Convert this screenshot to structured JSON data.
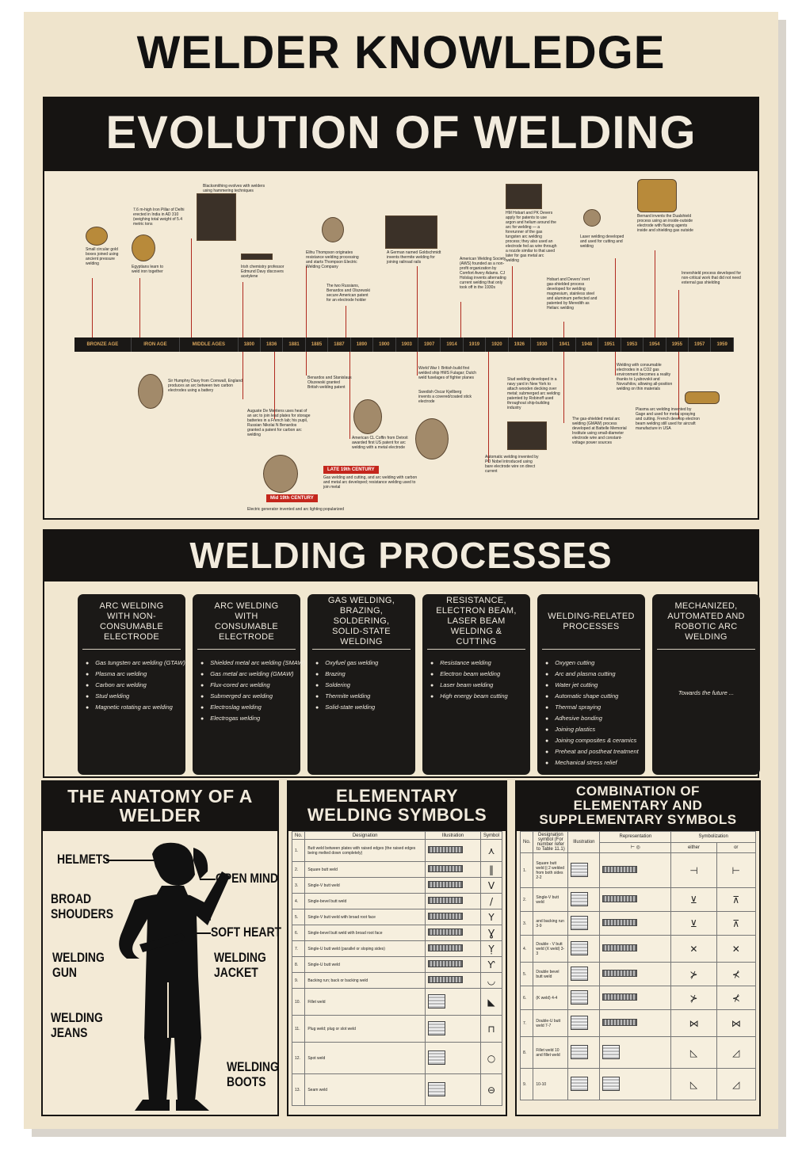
{
  "title": "WELDER KNOWLEDGE",
  "evolution": {
    "heading": "EVOLUTION OF WELDING",
    "eras": [
      "BRONZE AGE",
      "IRON AGE",
      "MIDDLE AGES"
    ],
    "years": [
      "1800",
      "1836",
      "1881",
      "1885",
      "1887",
      "1890",
      "1900",
      "1903",
      "1907",
      "1914",
      "1919",
      "1920",
      "1926",
      "1930",
      "1941",
      "1948",
      "1951",
      "1953",
      "1954",
      "1955",
      "1957",
      "1959"
    ],
    "notes_top": [
      "Small circular gold boxes joined using ancient pressure welding",
      "Egyptians learn to weld iron together",
      "7.6 m-high Iron Pillar of Delhi erected in India in AD 310 (weighing total weight of 5.4 metric tons",
      "Blacksmithing evolves with welders using hammering techniques",
      "Irish chemistry professor Edmund Davy discovers acetylene",
      "Elihu Thompson originates resistance welding processing and starts Thompson Electric Welding Company",
      "The two Russians, Benardos and Olszewski secure American patent for an electrode holder",
      "A German named Goldschmidt invents thermite welding for joining railroad rails",
      "American Welding Society (AWS) founded as a non-profit organization by Comfort Avery Adams. CJ Holslag invents alternating current welding that only took off in the 1930s",
      "HM Hobart and PK Devers apply for patents to use argon and helium around the arc for welding — a forerunner of the gas tungsten arc welding process; they also used an electrode fed as wire through a nozzle similar to that used later for gas metal arc welding",
      "Hobart and Devers' inert gas-shielded process developed for welding magnesium, stainless steel and aluminum perfected and patented by Meredith as Heliarc welding",
      "Laser welding developed and used for cutting and welding",
      "Bernard invents the Dualshield process using an inside-outside electrode with fluxing agents inside and shielding gas outside",
      "Innershield process developed for non-critical work that did not need external gas shielding"
    ],
    "notes_bottom": [
      "Sir Humphry Davy from Cornwall, England produces an arc between two carbon electrodes using a battery",
      "Auguste De Meritens uses heat of an arc to join lead plates for storage batteries in a French lab; his pupil, Russian Nikolai N Benardos granted a patent for carbon arc welding",
      "Benardos and Stanislaus Olszewski granted British welding patent",
      "American CL Coffin from Detroit awarded first US patent for arc welding with a metal electrode",
      "Gas welding and cutting, and arc welding with carbon and metal arc developed; resistance welding used to join metal",
      "World War I: British build first welded ship HMS Fulagar; Dutch weld fuselages of fighter planes",
      "Swedish Oscar Kjellberg invents a covered/coated stick electrode",
      "Automatic welding invented by PO Nobel introduced using bare electrode wire on direct current",
      "Stud welding developed in a navy yard in New York to attach wooden decking over metal; submerged arc welding patented by Robinoff used throughout ship-building industry",
      "The gas-shielded metal arc welding (GMAW) process developed at Battelle Memorial Institute using small-diameter electrode wire and constant-voltage power sources",
      "Welding with consumable electrodes in a CO2 gas environment becomes a reality thanks to Lyubovskii and Novozhilov, allowing all-position welding on thin materials",
      "Plasma arc welding invented by Gage and used for metal spraying and cutting. French develop electron beam welding still used for aircraft manufacture in USA",
      "Electric generator invented and arc lighting popularized"
    ],
    "tags": [
      "Mid 19th CENTURY",
      "LATE 19th CENTURY"
    ]
  },
  "processes": {
    "heading": "WELDING PROCESSES",
    "cards": [
      {
        "title": "ARC WELDING WITH NON-CONSUMABLE ELECTRODE",
        "items": [
          "Gas tungsten arc welding (GTAW)",
          "Plasma arc welding",
          "Carbon arc welding",
          "Stud welding",
          "Magnetic rotating arc welding"
        ]
      },
      {
        "title": "ARC WELDING WITH CONSUMABLE ELECTRODE",
        "items": [
          "Shielded metal arc welding (SMAW)",
          "Gas metal arc welding (GMAW)",
          "Flux-cored arc welding",
          "Submerged arc welding",
          "Electroslag welding",
          "Electrogas welding"
        ]
      },
      {
        "title": "GAS WELDING, BRAZING, SOLDERING, SOLID-STATE WELDING",
        "items": [
          "Oxyfuel gas welding",
          "Brazing",
          "Soldering",
          "Thermite welding",
          "Solid-state welding"
        ]
      },
      {
        "title": "RESISTANCE, ELECTRON BEAM, LASER BEAM WELDING & CUTTING",
        "items": [
          "Resistance welding",
          "Electron beam welding",
          "Laser beam welding",
          "High energy beam cutting"
        ]
      },
      {
        "title": "WELDING-RELATED PROCESSES",
        "items": [
          "Oxygen cutting",
          "Arc and plasma cutting",
          "Water jet cutting",
          "Automatic shape cutting",
          "Thermal spraying",
          "Adhesive bonding",
          "Joining plastics",
          "Joining composites & ceramics",
          "Preheat and postheat treatment",
          "Mechanical stress relief"
        ]
      },
      {
        "title": "MECHANIZED, AUTOMATED AND ROBOTIC ARC WELDING",
        "items": [],
        "note": "Towards the future ..."
      }
    ]
  },
  "anatomy": {
    "heading": "THE ANATOMY OF A WELDER",
    "labels": [
      "HELMETS",
      "OPEN MIND",
      "BROAD SHOUDERS",
      "SOFT HEART",
      "WELDING GUN",
      "WELDING JACKET",
      "WELDING JEANS",
      "WELDING BOOTS"
    ]
  },
  "elementary": {
    "heading": "ELEMENTARY WELDING SYMBOLS",
    "columns": [
      "No.",
      "Designation",
      "Illustration",
      "Symbol"
    ],
    "rows": [
      {
        "no": "1.",
        "designation": "Butt weld between plates with raised edges (the raised edges being melted down completely)",
        "symbol": "⋏"
      },
      {
        "no": "2.",
        "designation": "Square butt weld",
        "symbol": "‖"
      },
      {
        "no": "3.",
        "designation": "Single-V butt weld",
        "symbol": "V"
      },
      {
        "no": "4.",
        "designation": "Single-bevel butt weld",
        "symbol": "/"
      },
      {
        "no": "5.",
        "designation": "Single-V butt weld with broad root face",
        "symbol": "Y"
      },
      {
        "no": "6.",
        "designation": "Single-bevel butt weld with broad root face",
        "symbol": "Ɣ"
      },
      {
        "no": "7.",
        "designation": "Single-U butt weld (parallel or sloping sides)",
        "symbol": "Ỵ"
      },
      {
        "no": "8.",
        "designation": "Single-U butt weld",
        "symbol": "Ƴ"
      },
      {
        "no": "9.",
        "designation": "Backing run; back or backing weld",
        "symbol": "◡"
      },
      {
        "no": "10.",
        "designation": "Fillet weld",
        "symbol": "◣"
      },
      {
        "no": "11.",
        "designation": "Plug weld; plug or slot weld",
        "symbol": "⊓"
      },
      {
        "no": "12.",
        "designation": "Spot weld",
        "symbol": "○"
      },
      {
        "no": "13.",
        "designation": "Seam weld",
        "symbol": "⊖"
      }
    ]
  },
  "combination": {
    "heading": "COMBINATION OF ELEMENTARY AND SUPPLEMENTARY SYMBOLS",
    "columns": [
      "No.",
      "Designation symbol (For number refer to Table 11.1)",
      "Illustration",
      "Representation",
      "Symbolization",
      "either",
      "or"
    ],
    "rows": [
      {
        "no": "1.",
        "designation": "Square butt weld || 2 welded from both sides 2-2"
      },
      {
        "no": "2.",
        "designation": "Single-V butt weld"
      },
      {
        "no": "3.",
        "designation": "and backing run 3-9"
      },
      {
        "no": "4.",
        "designation": "Double - V butt weld (X weld) 3-3"
      },
      {
        "no": "5.",
        "designation": "Double bevel butt weld"
      },
      {
        "no": "6.",
        "designation": "(K weld) 4-4"
      },
      {
        "no": "7.",
        "designation": "Double-U butt weld 7-7"
      },
      {
        "no": "8.",
        "designation": "Fillet weld 10 and fillet weld"
      },
      {
        "no": "9.",
        "designation": "10-10"
      }
    ]
  }
}
